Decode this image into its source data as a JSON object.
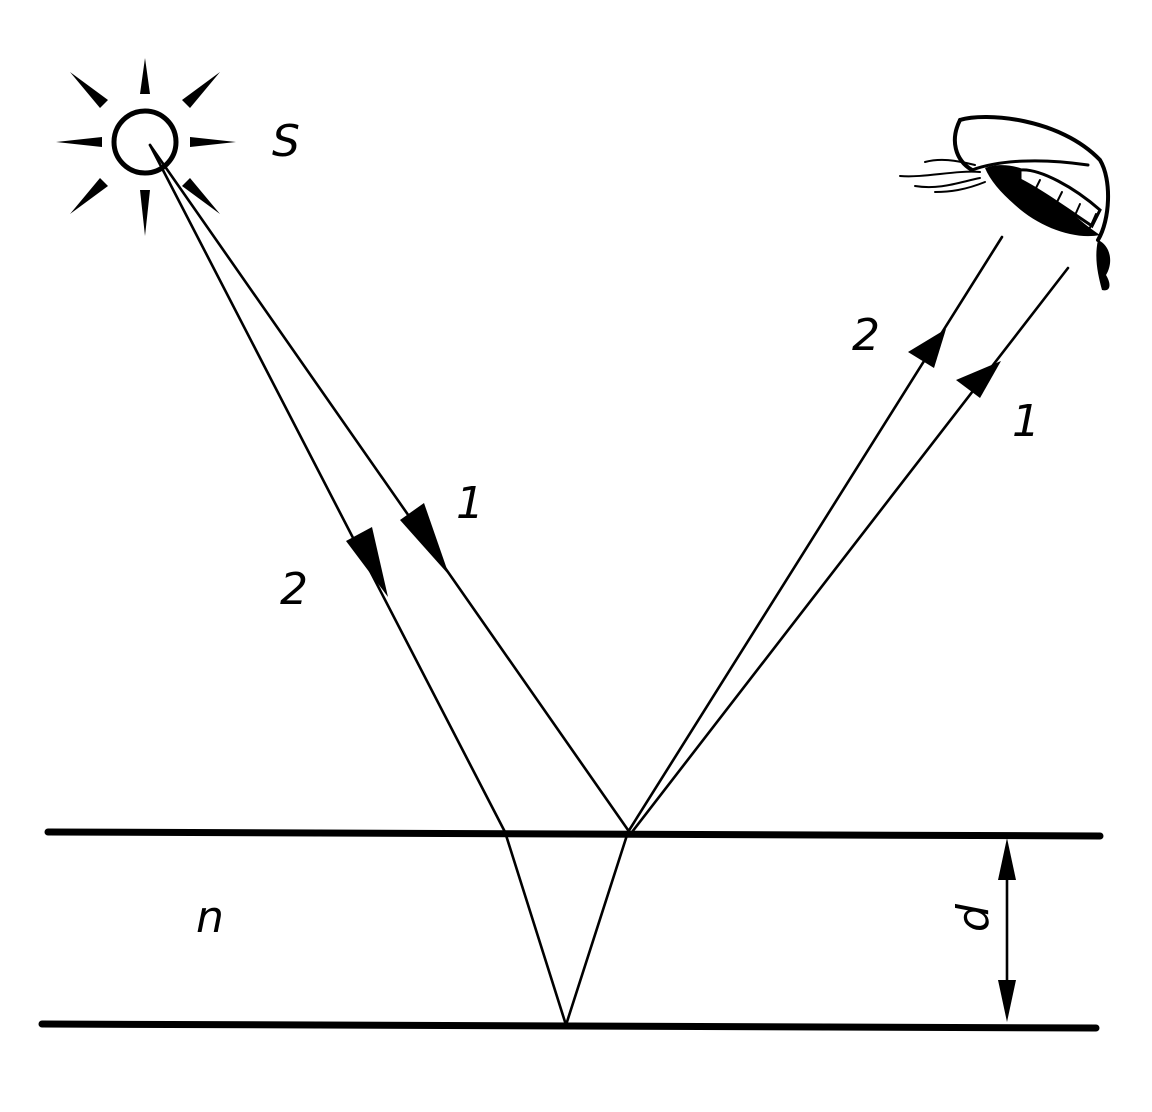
{
  "labels": {
    "source": "S",
    "medium": "n",
    "thickness": "d",
    "ray1_incident": "1",
    "ray2_incident": "2",
    "ray1_reflected": "1",
    "ray2_reflected": "2"
  },
  "colors": {
    "ink": "#000000",
    "background": "#ffffff"
  }
}
